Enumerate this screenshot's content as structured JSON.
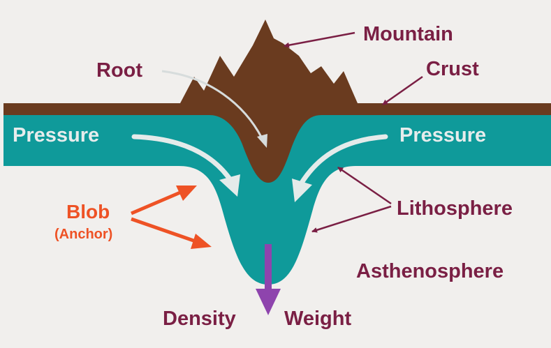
{
  "labels": {
    "mountain": "Mountain",
    "root": "Root",
    "crust": "Crust",
    "pressure_left": "Pressure",
    "pressure_right": "Pressure",
    "blob": "Blob",
    "anchor": "(Anchor)",
    "lithosphere": "Lithosphere",
    "asthenosphere": "Asthenosphere",
    "density": "Density",
    "weight": "Weight"
  },
  "colors": {
    "background": "#f1efed",
    "crust": "#6a3b1f",
    "lithosphere": "#0f9a9a",
    "label": "#7a1f44",
    "pressure_text": "#e6ecec",
    "arrow_light": "#e4ebea",
    "blob": "#ee5225",
    "weight_arrow": "#8e44ad"
  }
}
